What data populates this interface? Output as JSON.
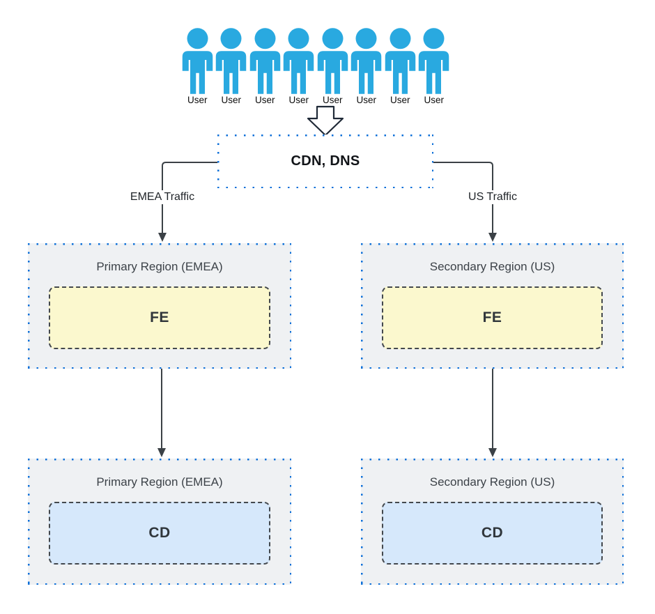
{
  "diagram": {
    "users": {
      "count": 8,
      "labels": [
        "User",
        "User",
        "User",
        "User",
        "User",
        "User",
        "User",
        "User"
      ]
    },
    "cdn": {
      "label": "CDN, DNS"
    },
    "traffic": {
      "emea": "EMEA Traffic",
      "us": "US Traffic"
    },
    "regions": [
      {
        "title": "Primary Region (EMEA)",
        "node": "FE"
      },
      {
        "title": "Secondary Region (US)",
        "node": "FE"
      },
      {
        "title": "Primary Region (EMEA)",
        "node": "CD"
      },
      {
        "title": "Secondary Region (US)",
        "node": "CD"
      }
    ],
    "icons": {
      "user": "user-person-icon",
      "flow": "block-down-arrow-icon",
      "connector_arrows": "down-arrowhead"
    },
    "colors": {
      "user_icon": "#29A9E0",
      "dotted_border": "#0D6FD8",
      "region_fill": "#EFF1F3",
      "fe_fill": "#FBF8CE",
      "cd_fill": "#D6E8FB",
      "node_dash_border": "#43484D",
      "connector": "#3B4146",
      "canvas_bg": "#FFFFFF"
    }
  }
}
